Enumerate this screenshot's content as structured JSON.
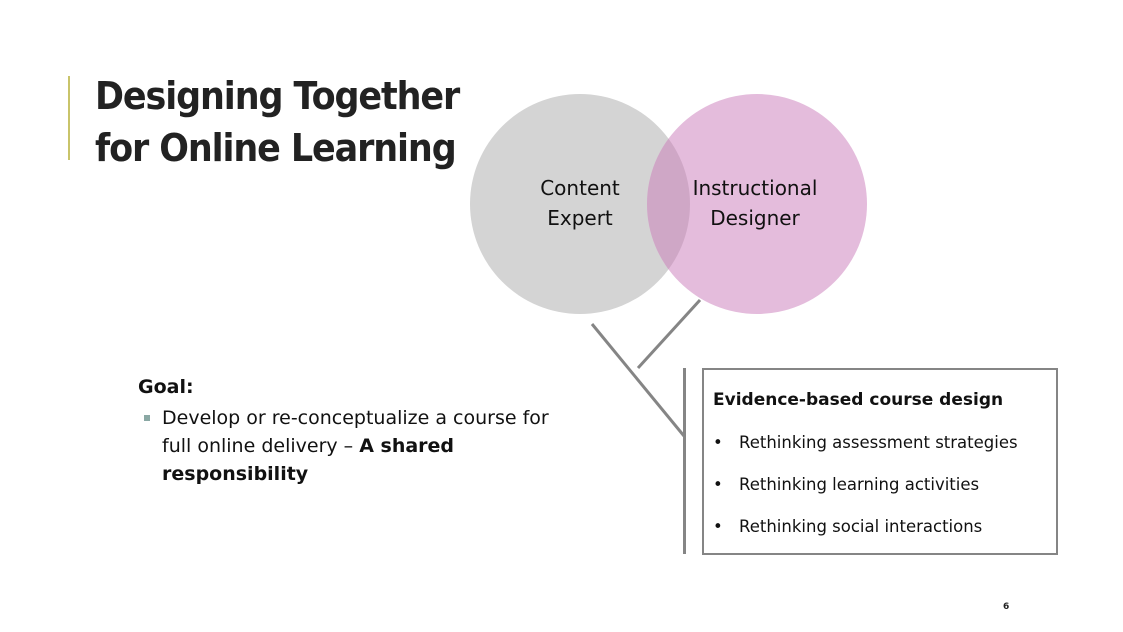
{
  "slide": {
    "title_lines": [
      "Designing Together",
      "for Online Learning"
    ],
    "venn": {
      "left_label": "Content\nExpert",
      "right_label": "Instructional\nDesigner",
      "left_color": "#d4d4d4",
      "right_color": "#e4bcdc",
      "overlap_color": "#cfa7c6",
      "connector_color": "#858585"
    },
    "goal": {
      "heading": "Goal:",
      "item_text": "Develop or re-conceptualize a course for full online delivery – ",
      "item_bold": "A shared responsibility"
    },
    "evidence_box": {
      "heading": "Evidence-based course design",
      "bullet_glyph": "•",
      "items": [
        "Rethinking assessment strategies",
        "Rethinking learning activities",
        "Rethinking social interactions"
      ]
    },
    "page_number": "6",
    "accent_color": "#c9c46a"
  }
}
